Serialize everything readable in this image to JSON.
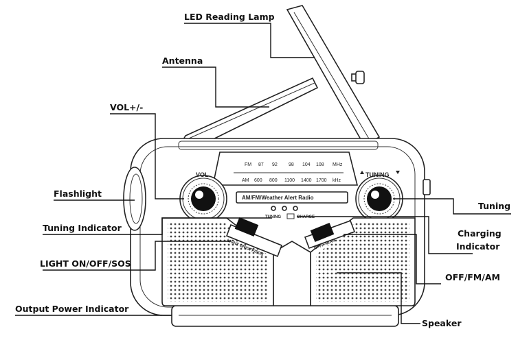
{
  "callouts": {
    "led_lamp": "LED Reading Lamp",
    "antenna": "Antenna",
    "vol": "VOL+/-",
    "flashlight": "Flashlight",
    "tuning_indicator": "Tuning Indicator",
    "light_switch": "LIGHT ON/OFF/SOS",
    "output_power": "Output Power Indicator",
    "tuning": "Tuning",
    "charging_line1": "Charging",
    "charging_line2": "Indicator",
    "band_switch": "OFF/FM/AM",
    "speaker": "Speaker"
  },
  "dial": {
    "fm_label": "FM",
    "fm_freqs": [
      "87",
      "92",
      "98",
      "104",
      "108"
    ],
    "fm_unit": "MHz",
    "am_label": "AM",
    "am_freqs": [
      "600",
      "800",
      "1100",
      "1400",
      "1700"
    ],
    "am_unit": "kHz"
  },
  "device": {
    "vol_label": "VOL",
    "tuning_label": "TUNING",
    "band_label": "AM/FM/Weather Alert Radio",
    "tuning_led_label": "TUNING",
    "charge_led_label": "CHARGE",
    "light_switch_label": "LIGHT ON/OFF/SOS",
    "band_switch_label": "OFF/FM/AM"
  }
}
